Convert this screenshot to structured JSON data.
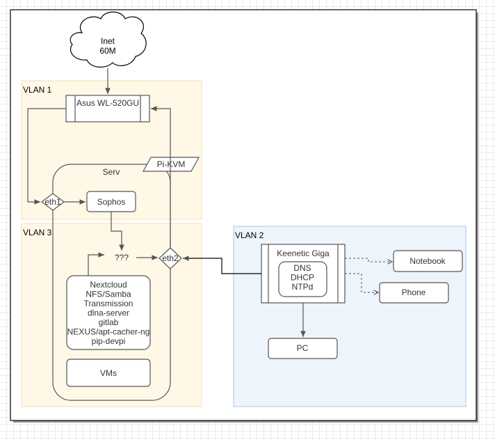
{
  "internet": {
    "line1": "Inet",
    "line2": "60M"
  },
  "zones": {
    "vlan1": "VLAN 1",
    "vlan3": "VLAN 3",
    "vlan2": "VLAN 2"
  },
  "router_asus": "Asus WL-520GU",
  "pi_kvm": "Pi-KVM",
  "serv": "Serv",
  "eth1": "eth1",
  "sophos": "Sophos",
  "unknown": "???",
  "eth2": "eth2",
  "services": [
    "Nextcloud",
    "NFS/Samba",
    "Transmission",
    "dlna-server",
    "gitlab",
    "NEXUS/apt-cacher-ng",
    "pip-devpi"
  ],
  "vms": "VMs",
  "keenetic": {
    "title": "Keenetic Giga",
    "services": [
      "DNS",
      "DHCP",
      "NTPd"
    ]
  },
  "notebook": "Notebook",
  "phone": "Phone",
  "pc": "PC",
  "colors": {
    "vlan1_fill": "#fff8e7",
    "vlan3_fill": "#fff8e7",
    "vlan2_fill": "#eef4fb",
    "vlan2_stroke": "#a9c4eb",
    "vlan_warm_stroke": "#f5dcb4",
    "shape_stroke": "#555555"
  }
}
